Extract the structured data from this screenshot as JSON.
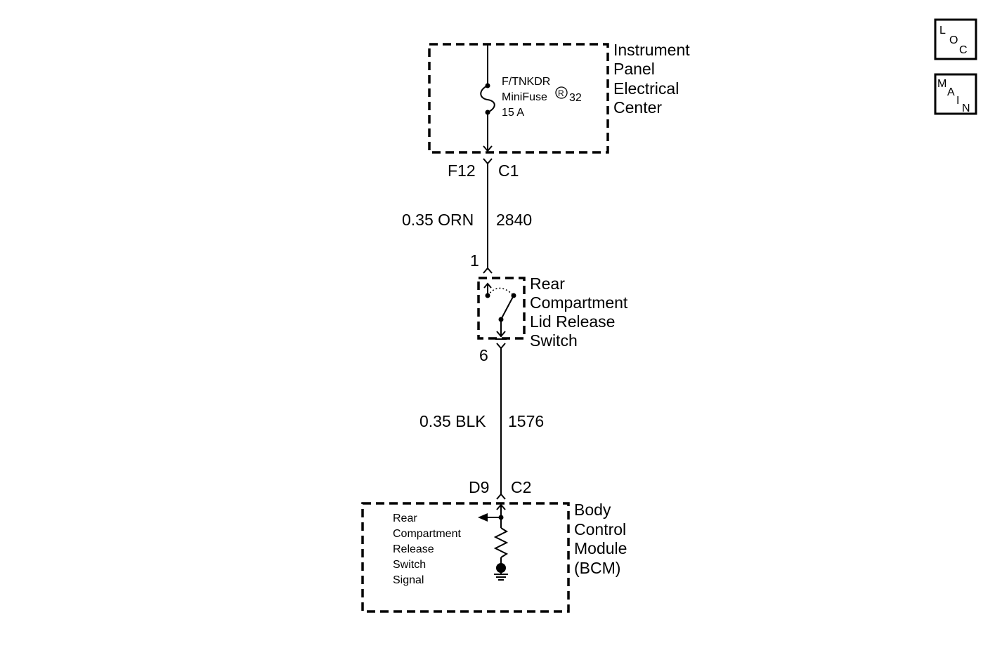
{
  "nav": {
    "loc": [
      "L",
      "O",
      "C"
    ],
    "main": [
      "M",
      "A",
      "I",
      "N"
    ]
  },
  "ipec": {
    "name_lines": [
      "Instrument",
      "Panel",
      "Electrical",
      "Center"
    ],
    "fuse_lines": [
      "F/TNKDR",
      "MiniFuse",
      "32",
      "15 A"
    ],
    "fuse_registered": "R"
  },
  "connector_top": {
    "pin": "F12",
    "connector": "C1"
  },
  "wire_1": {
    "gauge_color": "0.35 ORN",
    "circuit": "2840"
  },
  "switch": {
    "pin_in": "1",
    "pin_out": "6",
    "name_lines": [
      "Rear",
      "Compartment",
      "Lid Release",
      "Switch"
    ]
  },
  "wire_2": {
    "gauge_color": "0.35 BLK",
    "circuit": "1576"
  },
  "connector_bottom": {
    "pin": "D9",
    "connector": "C2"
  },
  "bcm": {
    "name_lines": [
      "Body",
      "Control",
      "Module",
      "(BCM)"
    ],
    "signal_lines": [
      "Rear",
      "Compartment",
      "Release",
      "Switch",
      "Signal"
    ]
  }
}
